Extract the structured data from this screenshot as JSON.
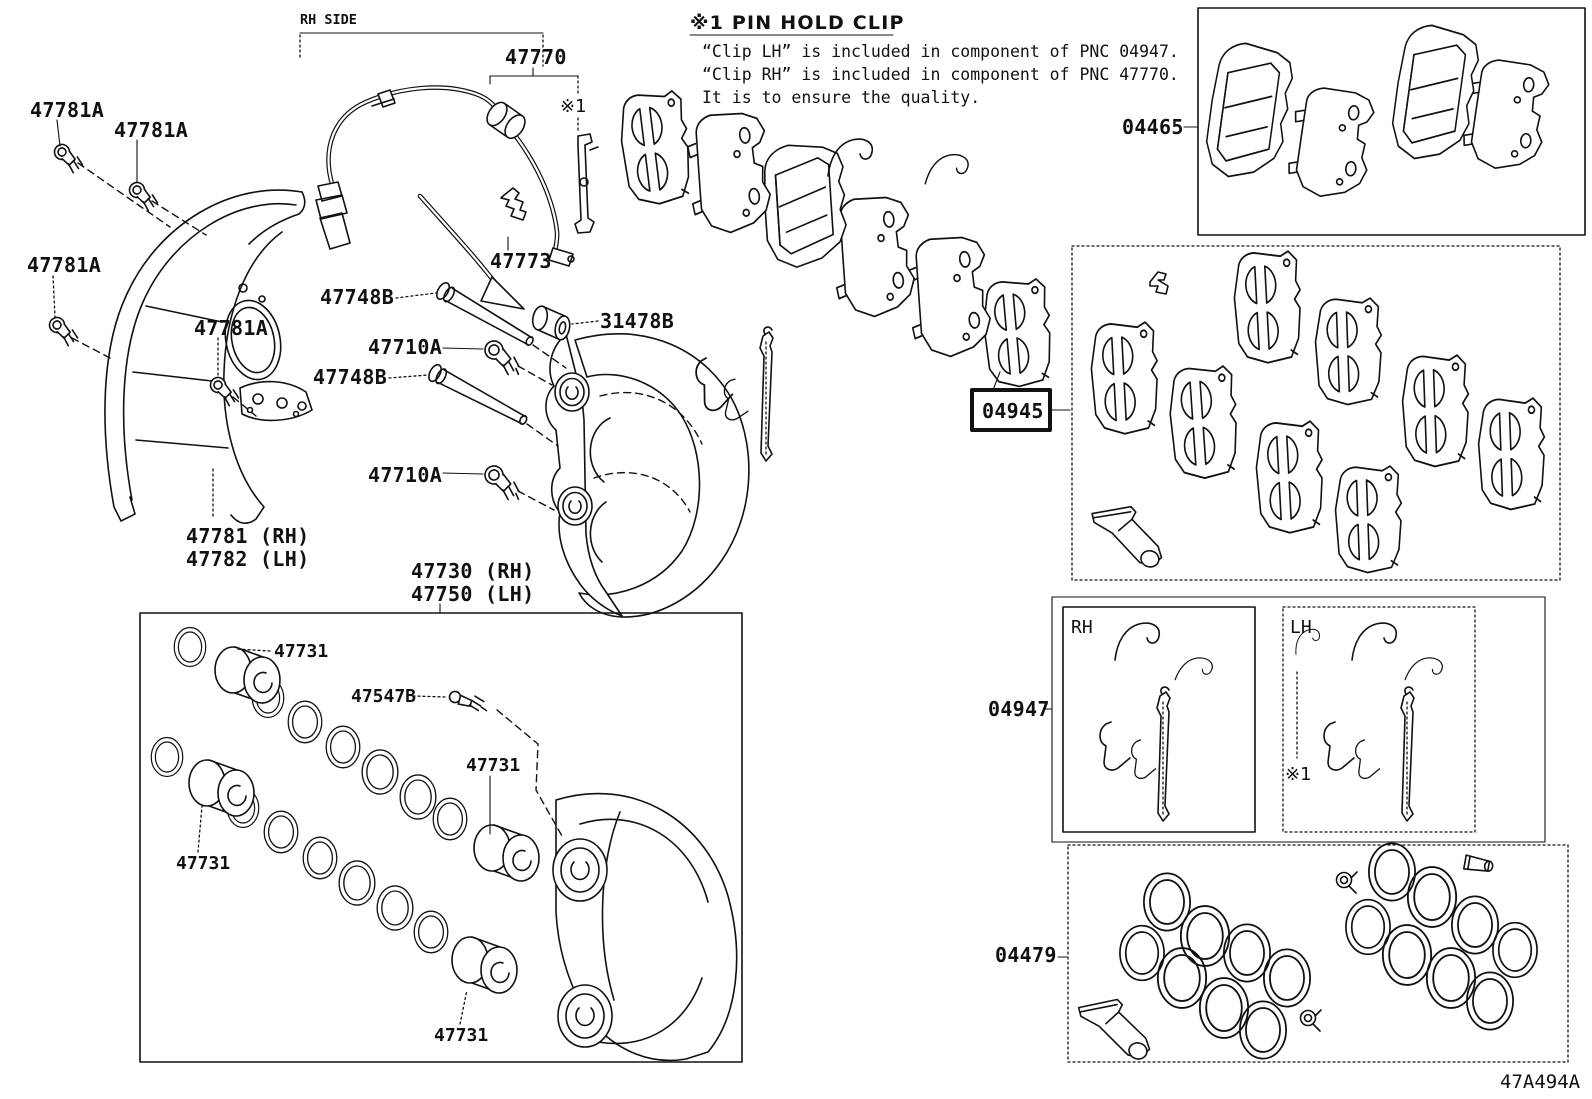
{
  "diagram": {
    "code": "47A494A",
    "accent_color": "#A3164B",
    "highlighted_part": "04945"
  },
  "note": {
    "heading": "※1 PIN HOLD CLIP",
    "line1": "“Clip LH” is included in component of PNC 04947.",
    "line2": "“Clip RH” is included in component of PNC 47770.",
    "line3": "It is to ensure the quality."
  },
  "labels": {
    "rh_side": "RH SIDE",
    "p47770": "47770",
    "ref1": "※1",
    "p47773": "47773",
    "p47748b_1": "47748B",
    "p31478b": "31478B",
    "p47710a_1": "47710A",
    "p47748b_2": "47748B",
    "p47710a_2": "47710A",
    "p47781a_1": "47781A",
    "p47781a_2": "47781A",
    "p47781a_3": "47781A",
    "p47781a_4": "47781A",
    "p47781_rh": "47781 (RH)",
    "p47782_lh": "47782 (LH)",
    "p47730_rh": "47730 (RH)",
    "p47750_lh": "47750 (LH)",
    "p47731_1": "47731",
    "p47547b": "47547B",
    "p47731_2": "47731",
    "p47731_3": "47731",
    "p47731_4": "47731",
    "p04465": "04465",
    "p04945": "04945",
    "p04947": "04947",
    "p04479": "04479",
    "rh": "RH",
    "lh": "LH",
    "ref1_lh": "※1"
  }
}
